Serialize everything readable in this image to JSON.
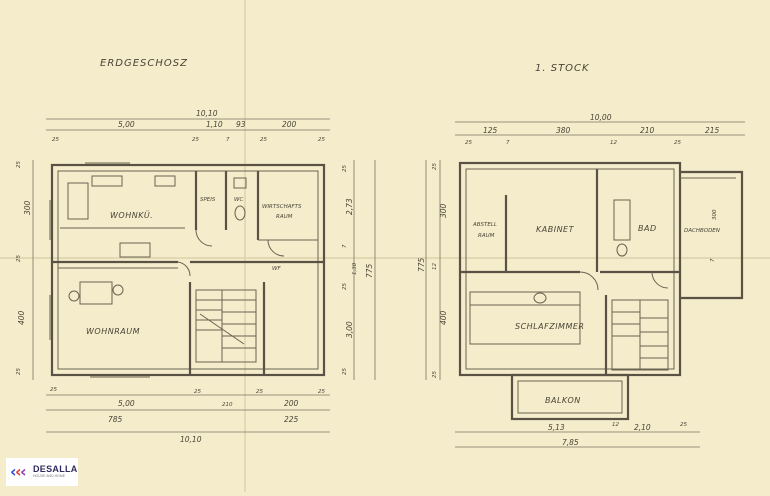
{
  "titles": {
    "ground_floor": "ERDGESCHOSZ",
    "first_floor": "1. STOCK"
  },
  "ground_rooms": {
    "wohnkueche": "WOHNKÜ.",
    "speis": "SPEIS",
    "wc": "WC",
    "wirtschaftsraum_1": "WIRTSCHAFTS",
    "wirtschaftsraum_2": "RAUM",
    "wf": "WF",
    "wohnraum": "WOHNRAUM"
  },
  "upper_rooms": {
    "abstellraum_1": "ABSTELL",
    "abstellraum_2": "RAUM",
    "kabinet": "KABINET",
    "bad": "BAD",
    "dachboden": "DACHBODEN",
    "schlafzimmer": "SCHLAFZIMMER",
    "balkon": "BALKON"
  },
  "ground_dims": {
    "total_top": "10,10",
    "top_500": "5,00",
    "top_110": "1,10",
    "top_93": "93",
    "top_200": "200",
    "t_25a": "25",
    "t_25b": "25",
    "t_7": "7",
    "t_25c": "25",
    "t_25d": "25",
    "left_25a": "25",
    "left_300": "300",
    "left_25b": "25",
    "left_400": "400",
    "left_25c": "25",
    "right_25a": "25",
    "right_273": "2,73",
    "right_7": "7",
    "right_25b": "25",
    "right_130": "1,30",
    "right_300": "3,00",
    "right_25c": "25",
    "right_775": "775",
    "bot_25a": "25",
    "bot_500": "5,00",
    "bot_25b": "25",
    "bot_210": "210",
    "bot_25c": "25",
    "bot_200": "200",
    "bot_25d": "25",
    "bot_785": "785",
    "bot_225": "225",
    "total_bottom": "10,10"
  },
  "upper_dims": {
    "total_top": "10,00",
    "top_125": "125",
    "top_380": "380",
    "top_210": "210",
    "top_215": "215",
    "t_25a": "25",
    "t_7": "7",
    "t_12": "12",
    "t_25b": "25",
    "left_25a": "25",
    "left_300": "300",
    "left_775": "775",
    "left_12": "12",
    "left_400": "400",
    "left_25b": "25",
    "right_300": "300",
    "right_7": "7",
    "bot_513": "5,13",
    "bot_12": "12",
    "bot_210": "2,10",
    "bot_25": "25",
    "bot_785": "7,85"
  },
  "brand": {
    "name": "DESALLA",
    "tagline": "HOUSE AND HOME",
    "colors": [
      "#2b4bd8",
      "#e8342c",
      "#8a3fb8"
    ]
  }
}
